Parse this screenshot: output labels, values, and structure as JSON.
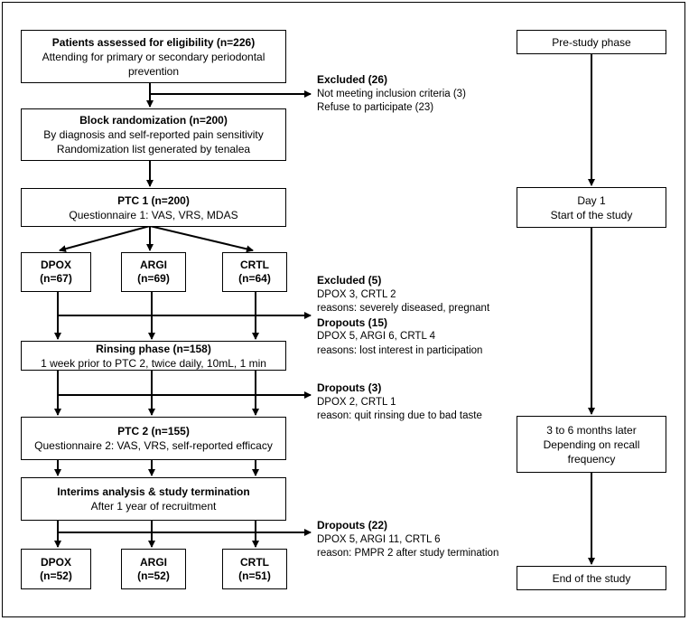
{
  "main_flow": {
    "eligibility": {
      "title": "Patients assessed for eligibility (n=226)",
      "line1": "Attending for primary or secondary periodontal",
      "line2": "prevention"
    },
    "randomization": {
      "title": "Block randomization (n=200)",
      "line1": "By diagnosis and self-reported pain sensitivity",
      "line2": "Randomization list generated by tenalea"
    },
    "ptc1": {
      "title": "PTC 1 (n=200)",
      "line1": "Questionnaire 1: VAS, VRS, MDAS"
    },
    "groups_start": [
      {
        "name": "DPOX",
        "n": "(n=67)"
      },
      {
        "name": "ARGI",
        "n": "(n=69)"
      },
      {
        "name": "CRTL",
        "n": "(n=64)"
      }
    ],
    "rinsing": {
      "title": "Rinsing phase (n=158)",
      "line1": "1 week prior to PTC 2, twice daily, 10mL, 1 min"
    },
    "ptc2": {
      "title": "PTC 2 (n=155)",
      "line1": "Questionnaire 2: VAS, VRS, self-reported efficacy"
    },
    "interim": {
      "title": "Interims analysis & study termination",
      "line1": "After 1 year of recruitment"
    },
    "groups_end": [
      {
        "name": "DPOX",
        "n": "(n=52)"
      },
      {
        "name": "ARGI",
        "n": "(n=52)"
      },
      {
        "name": "CRTL",
        "n": "(n=51)"
      }
    ]
  },
  "side_notes": {
    "excluded1": {
      "head": "Excluded (26)",
      "lines": [
        "Not meeting  inclusion criteria (3)",
        "Refuse to participate (23)"
      ]
    },
    "excluded2": {
      "head": "Excluded (5)",
      "lines": [
        "DPOX 3, CRTL 2",
        "reasons: severely diseased, pregnant"
      ]
    },
    "dropouts1": {
      "head": "Dropouts (15)",
      "lines": [
        "DPOX 5, ARGI 6, CRTL 4",
        "reasons: lost interest in participation"
      ]
    },
    "dropouts2": {
      "head": "Dropouts (3)",
      "lines": [
        "DPOX 2, CRTL 1",
        "reason: quit rinsing due to bad taste"
      ]
    },
    "dropouts3": {
      "head": "Dropouts (22)",
      "lines": [
        "DPOX 5, ARGI 11, CRTL 6",
        "reason: PMPR 2 after study termination"
      ]
    }
  },
  "timeline": {
    "pre_study": "Pre-study phase",
    "day1": {
      "line1": "Day 1",
      "line2": "Start of the study"
    },
    "months": {
      "line1": "3 to 6 months later",
      "line2": "Depending on recall",
      "line3": "frequency"
    },
    "end": "End of the study"
  }
}
